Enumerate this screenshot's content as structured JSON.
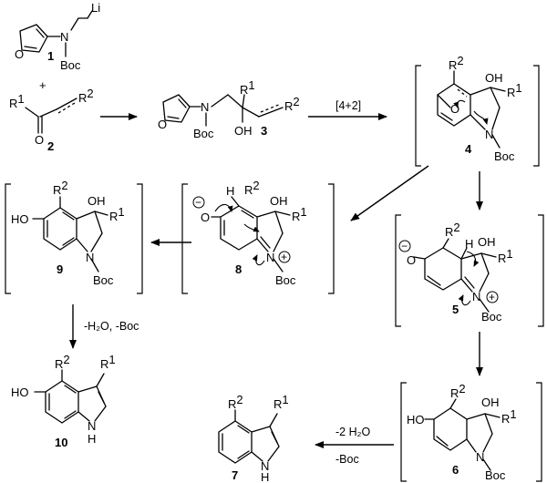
{
  "compounds": [
    {
      "id": "1",
      "label": "1"
    },
    {
      "id": "2",
      "label": "2"
    },
    {
      "id": "3",
      "label": "3"
    },
    {
      "id": "4",
      "label": "4"
    },
    {
      "id": "5",
      "label": "5"
    },
    {
      "id": "6",
      "label": "6"
    },
    {
      "id": "7",
      "label": "7"
    },
    {
      "id": "8",
      "label": "8"
    },
    {
      "id": "9",
      "label": "9"
    },
    {
      "id": "10",
      "label": "10"
    }
  ],
  "atoms": {
    "li": "Li",
    "n": "N",
    "o": "O",
    "nh": "N",
    "h": "H",
    "boc": "Boc",
    "oh": "OH",
    "ho": "HO",
    "plus": "+",
    "r": "R",
    "sup1": "1",
    "sup2": "2"
  },
  "charges": {
    "plus": "+",
    "minus": "−"
  },
  "conditions": {
    "cycloaddition": "[4+2]",
    "dehydration_9": "-H₂O, -Boc",
    "dehydration_6_a": "-2 H₂O",
    "dehydration_6_b": "-Boc"
  }
}
